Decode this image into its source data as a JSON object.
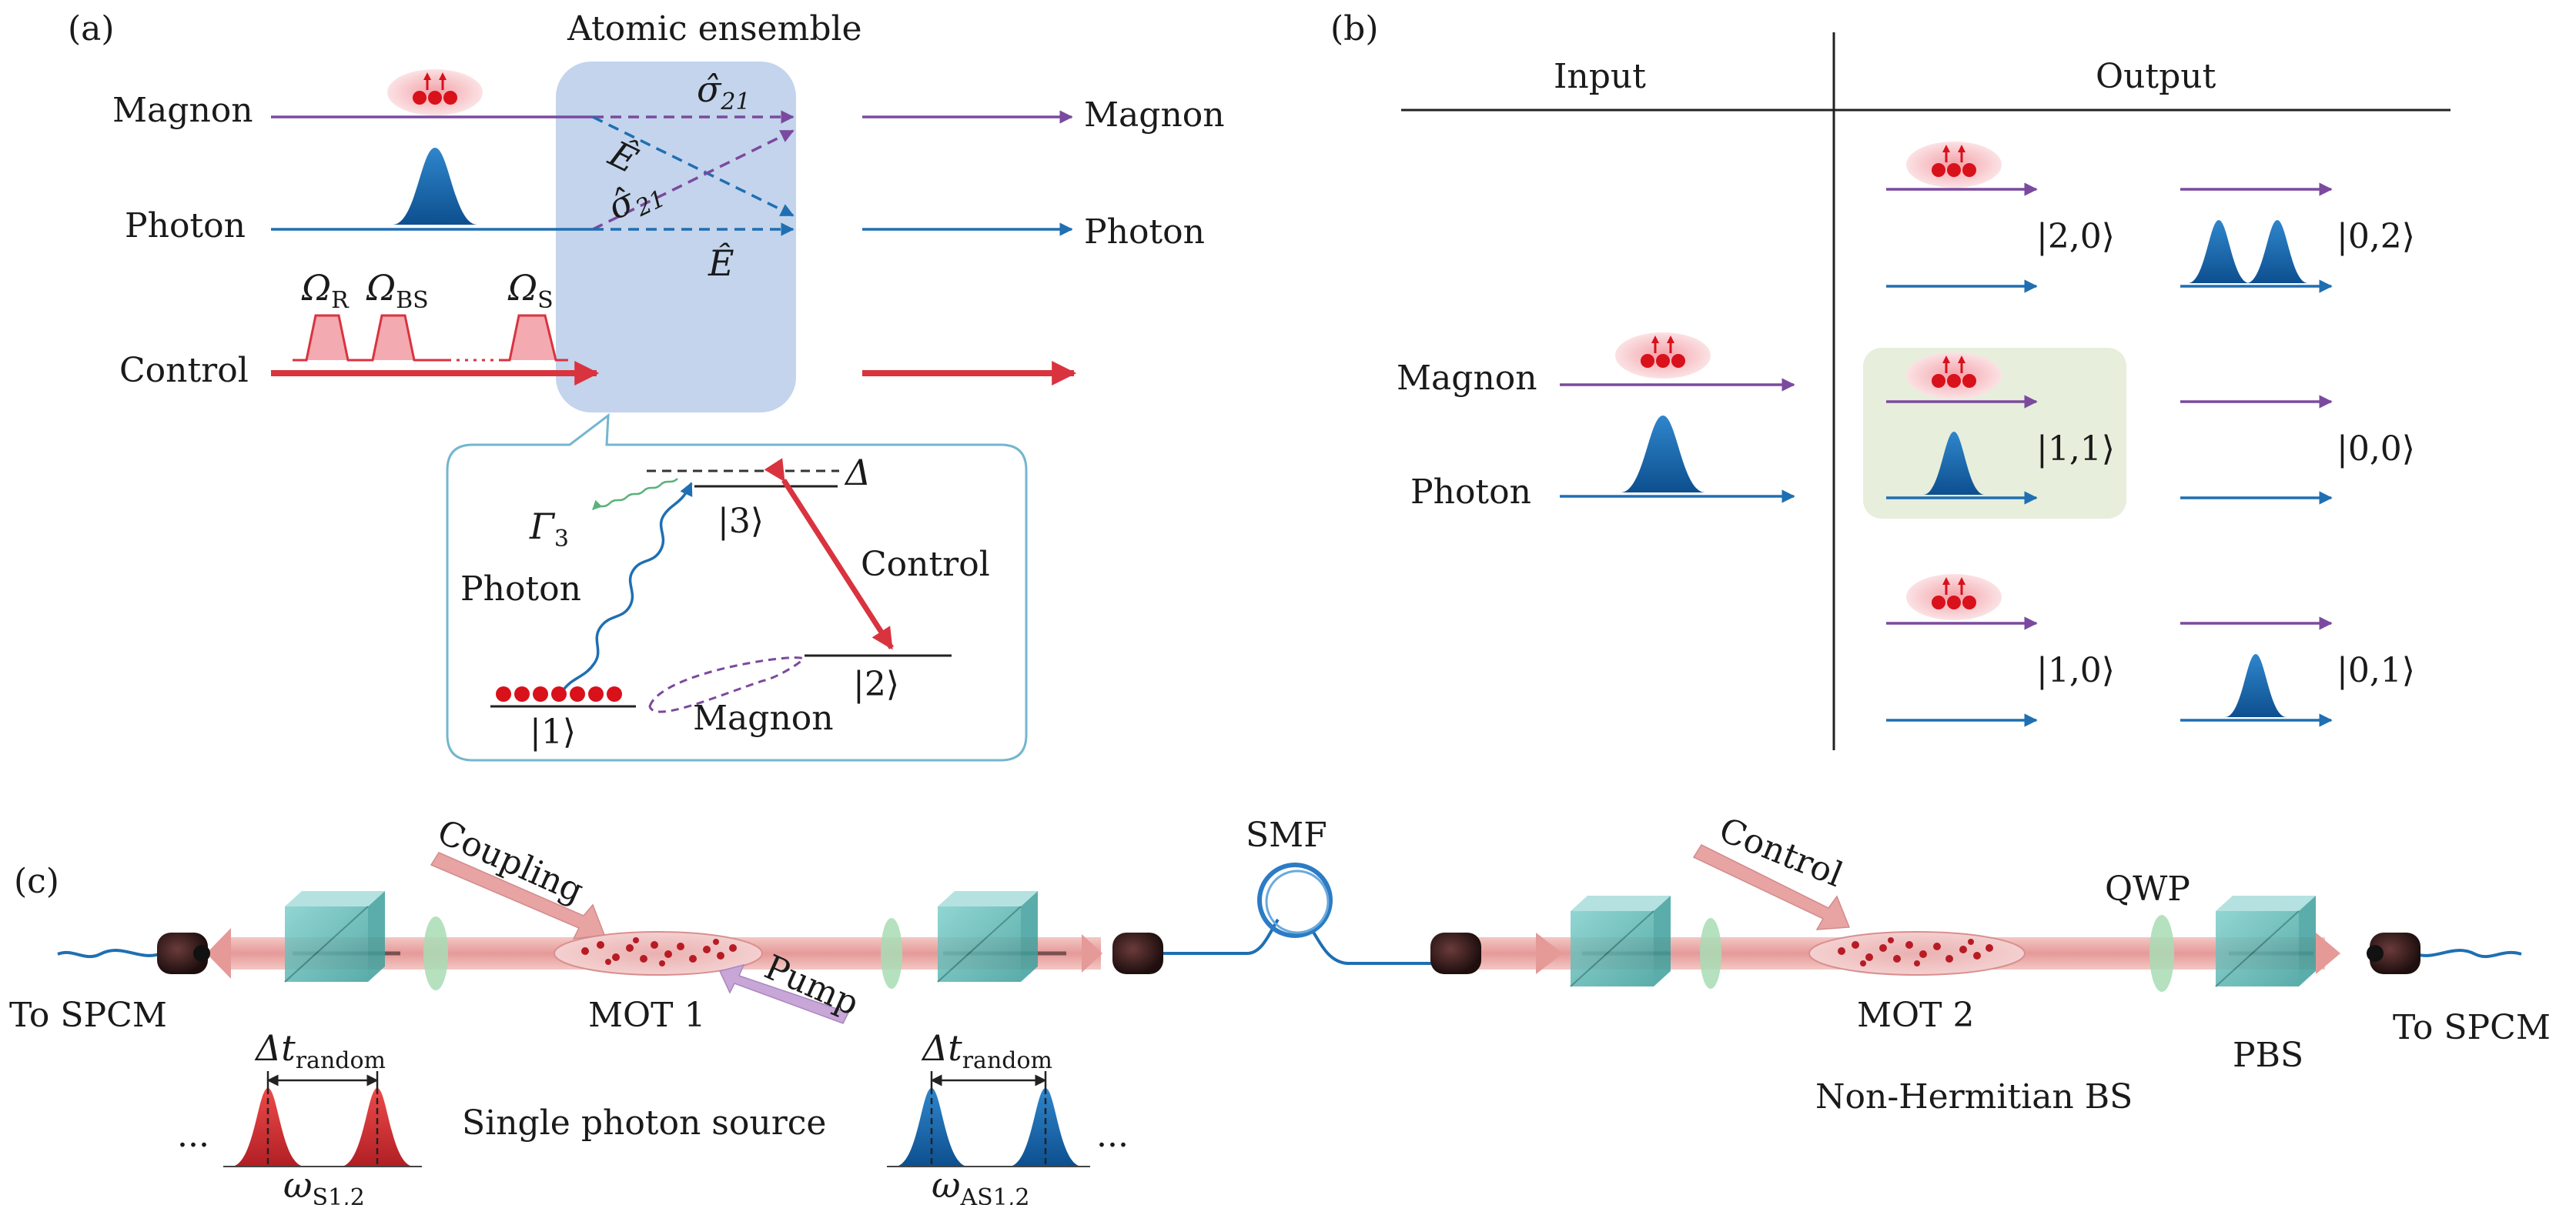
{
  "panel_a": {
    "label": "(a)",
    "ensemble_title": "Atomic ensemble",
    "inputs": [
      "Magnon",
      "Photon",
      "Control"
    ],
    "outputs": [
      "Magnon",
      "Photon"
    ],
    "sigma_top": "σ̂",
    "sigma_top_sub": "21",
    "sigma_cross": "σ̂",
    "sigma_cross_sub": "21",
    "e_cross": "Ê",
    "e_bottom": "Ê",
    "omega_r": "Ω",
    "omega_r_sub": "R",
    "omega_bs": "Ω",
    "omega_bs_sub": "BS",
    "omega_s": "Ω",
    "omega_s_sub": "S",
    "inset": {
      "gamma": "Γ",
      "gamma_sub": "3",
      "delta": "Δ",
      "level3": "|3⟩",
      "level2": "|2⟩",
      "level1": "|1⟩",
      "photon": "Photon",
      "control": "Control",
      "magnon": "Magnon"
    }
  },
  "panel_b": {
    "label": "(b)",
    "input_header": "Input",
    "output_header": "Output",
    "input_magnon": "Magnon",
    "input_photon": "Photon",
    "states": [
      "|2,0⟩",
      "|0,2⟩",
      "|1,1⟩",
      "|0,0⟩",
      "|1,0⟩",
      "|0,1⟩"
    ]
  },
  "panel_c": {
    "label": "(c)",
    "to_spcm_left": "To SPCM",
    "coupling": "Coupling",
    "pump": "Pump",
    "mot1": "MOT 1",
    "smf": "SMF",
    "control": "Control",
    "qwp": "QWP",
    "mot2": "MOT 2",
    "pbs": "PBS",
    "to_spcm_right": "To SPCM",
    "single_photon_source": "Single photon source",
    "non_hermitian_bs": "Non-Hermitian BS",
    "dt_symbol": "Δt",
    "dt_sub": "random",
    "omega": "ω",
    "omega_s_sub": "S1,2",
    "omega_as_sub": "AS1,2",
    "ellipsis": "..."
  },
  "colors": {
    "magnon": "#7b4a9e",
    "photon": "#1f6fb2",
    "control": "#d9333f",
    "ensemble": "#c3d4ec",
    "inset_border": "#74b6cf",
    "highlight": "#e7eedb",
    "beam": "#e8a3a3",
    "cube": "#4fb7b3"
  }
}
